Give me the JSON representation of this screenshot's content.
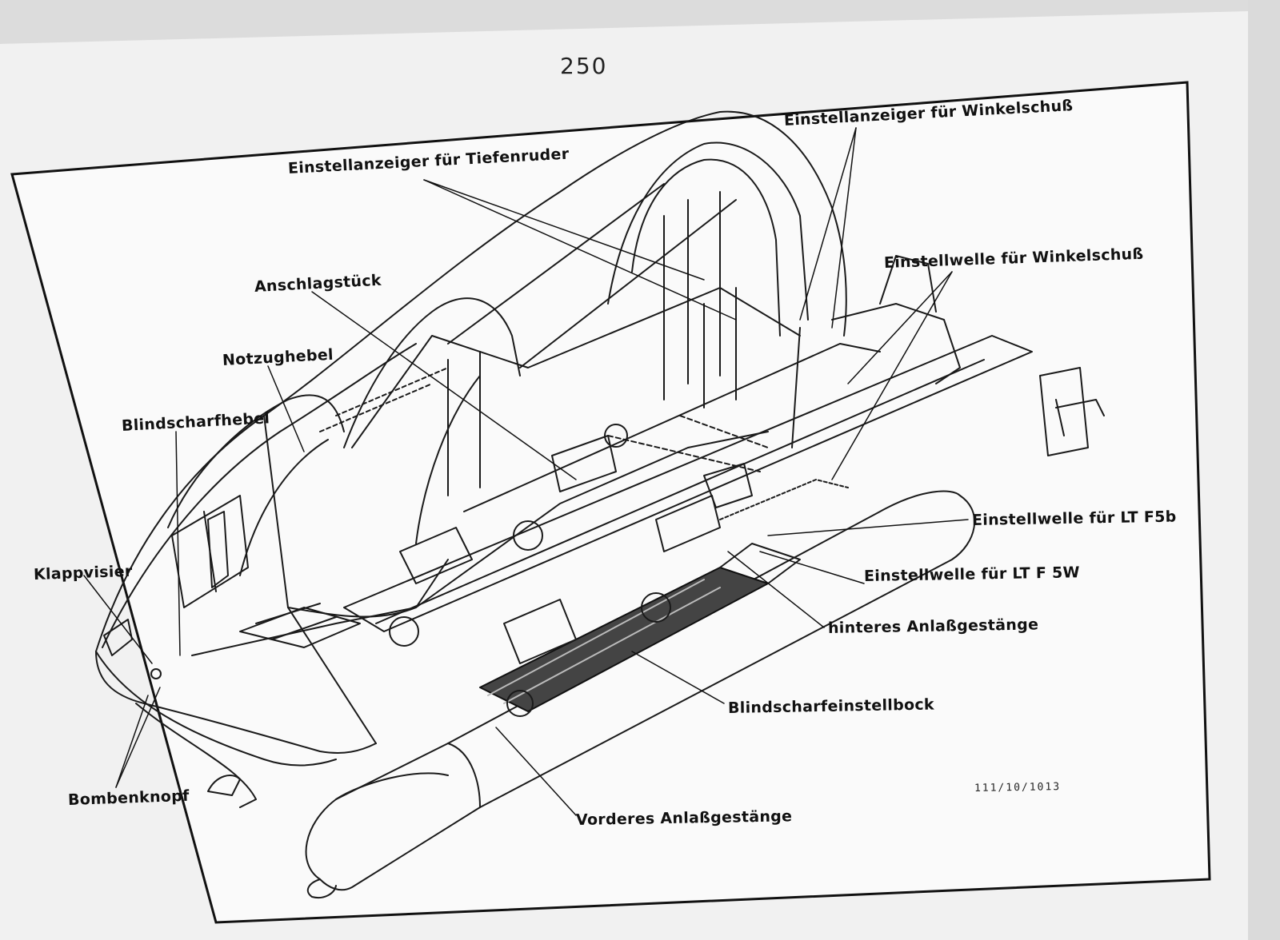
{
  "page": {
    "number": "250",
    "figure_id": "111/10/1013"
  },
  "labels": {
    "einstellanzeiger_tiefenruder": "Einstellanzeiger für Tiefenruder",
    "einstellanzeiger_winkelschuss": "Einstellanzeiger für Winkelschuß",
    "einstellwelle_winkelschuss": "Einstellwelle für Winkelschuß",
    "anschlagstueck": "Anschlagstück",
    "notzughebel": "Notzughebel",
    "blindscharfhebel": "Blindscharfhebel",
    "klappvisier": "Klappvisier",
    "bombenknopf": "Bombenknopf",
    "einstellwelle_lt_f5b": "Einstellwelle für LT F5b",
    "einstellwelle_lt_f5w": "Einstellwelle für LT F 5W",
    "hinteres_anlassgestaenge": "hinteres Anlaßgestänge",
    "blindscharfeinstellbock": "Blindscharfeinstellbock",
    "vorderes_anlassgestaenge": "Vorderes Anlaßgestänge"
  }
}
